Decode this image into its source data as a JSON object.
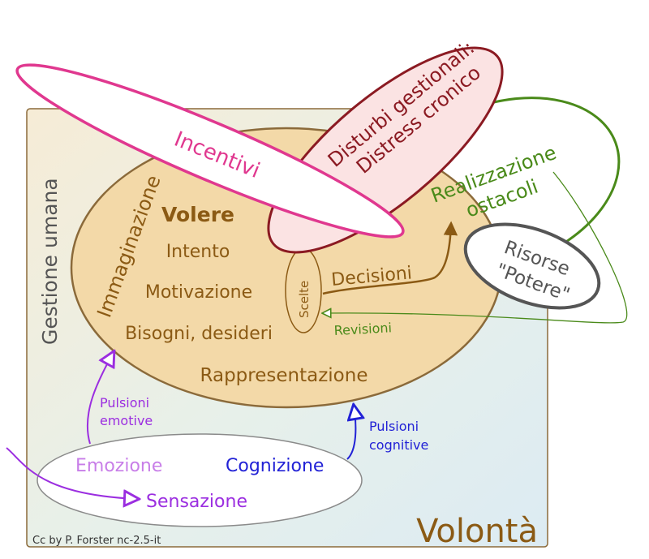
{
  "diagram": {
    "title": "Volontà",
    "side_label": "Gestione umana",
    "credit": "Cc by P. Forster nc-2.5-it",
    "nodes": {
      "immaginazione": "Immaginazione",
      "volere": "Volere",
      "intento": "Intento",
      "motivazione": "Motivazione",
      "bisogni": "Bisogni, desideri",
      "rappresentazione": "Rappresentazione",
      "scelte": "Scelte",
      "decisioni": "Decisioni",
      "revisioni": "Revisioni",
      "incentivi": "Incentivi",
      "disturbi_line1": "Disturbi gestionali:",
      "disturbi_line2": "Distress cronico",
      "realizzazione_line1": "Realizzazione",
      "realizzazione_line2": "ostacoli",
      "risorse_line1": "Risorse",
      "risorse_line2": "\"Potere\"",
      "emozione": "Emozione",
      "cognizione": "Cognizione",
      "sensazione": "Sensazione"
    },
    "edges": {
      "pulsioni_emotive_line1": "Pulsioni",
      "pulsioni_emotive_line2": "emotive",
      "pulsioni_cognitive_line1": "Pulsioni",
      "pulsioni_cognitive_line2": "cognitive"
    },
    "colors": {
      "brown": "#8b5a14",
      "pink": "#e0388f",
      "dark_red": "#8b1a22",
      "green": "#4a8a1a",
      "gray": "#555555",
      "purple": "#9b2ee0",
      "light_purple": "#c87ee8",
      "blue": "#2222d6",
      "tan_fill": "#f3d9a8"
    }
  }
}
